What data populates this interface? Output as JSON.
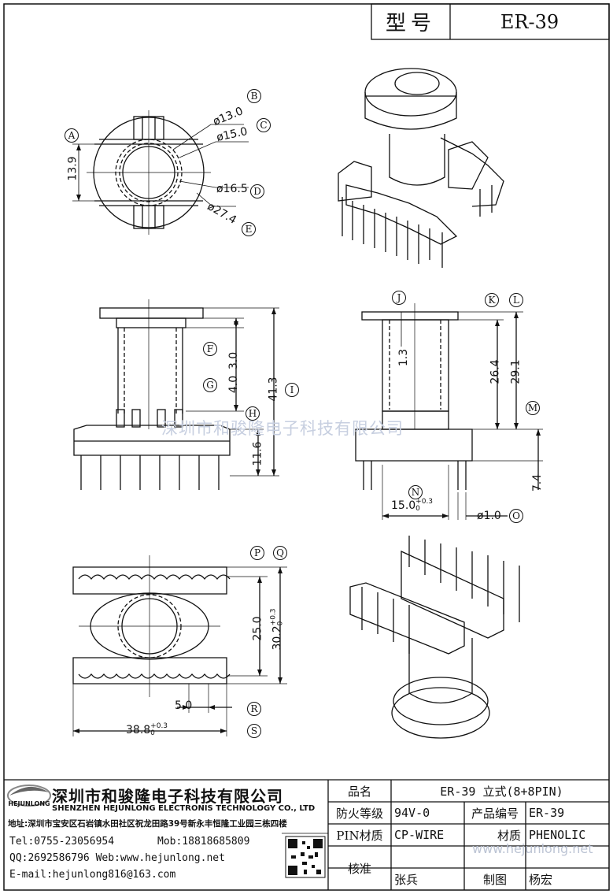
{
  "header": {
    "label": "型号",
    "model": "ER-39"
  },
  "dims": {
    "A": "13.9",
    "B": "ø13.0",
    "C": "ø15.0",
    "D": "ø16.5",
    "E": "ø27.4",
    "F": "3.0",
    "G": "4.0",
    "H": "11.6",
    "I": "41.3",
    "J": "1.3",
    "K": "26.4",
    "L": "29.1",
    "M": "7.4",
    "N": "15.0",
    "N_tol_top": "+0.3",
    "N_tol_bot": "0",
    "O": "ø1.0",
    "Q": "25.0",
    "P": "30.2",
    "P_tol_top": "+0.3",
    "P_tol_bot": "0",
    "R": "5.0",
    "S": "38.8",
    "S_tol_top": "+0.3",
    "S_tol_bot": "0"
  },
  "markers": [
    "A",
    "B",
    "C",
    "D",
    "E",
    "F",
    "G",
    "H",
    "I",
    "J",
    "K",
    "L",
    "M",
    "N",
    "O",
    "P",
    "Q",
    "R",
    "S"
  ],
  "watermark": "深圳市和骏隆电子科技有限公司",
  "company": {
    "logo_text": "HEJUNLONG",
    "name_cn": "深圳市和骏隆电子科技有限公司",
    "name_en": "SHENZHEN HEJUNLONG ELECTRONIS TECHNOLOGY CO., LTD",
    "address": "地址:深圳市宝安区石岩镇水田社区祝龙田路39号新永丰恒隆工业园三栋四楼",
    "tel": "Tel:0755-23056954",
    "mob": "Mob:18818685809",
    "qq_web": "QQ:2692586796 Web:www.hejunlong.net",
    "email": "E-mail:hejunlong816@163.com"
  },
  "table": {
    "product_name_label": "品名",
    "product_name": "ER-39 立式(8+8PIN)",
    "fire_label": "防火等级",
    "fire": "94V-0",
    "code_label": "产品编号",
    "code": "ER-39",
    "pin_label": "PIN材质",
    "pin": "CP-WIRE",
    "material_label": "材质",
    "material": "PHENOLIC",
    "check_label": "核准",
    "check": "张兵",
    "draw_label": "制图",
    "draw": "杨宏"
  },
  "web_watermark": "www.hejunlong.net"
}
